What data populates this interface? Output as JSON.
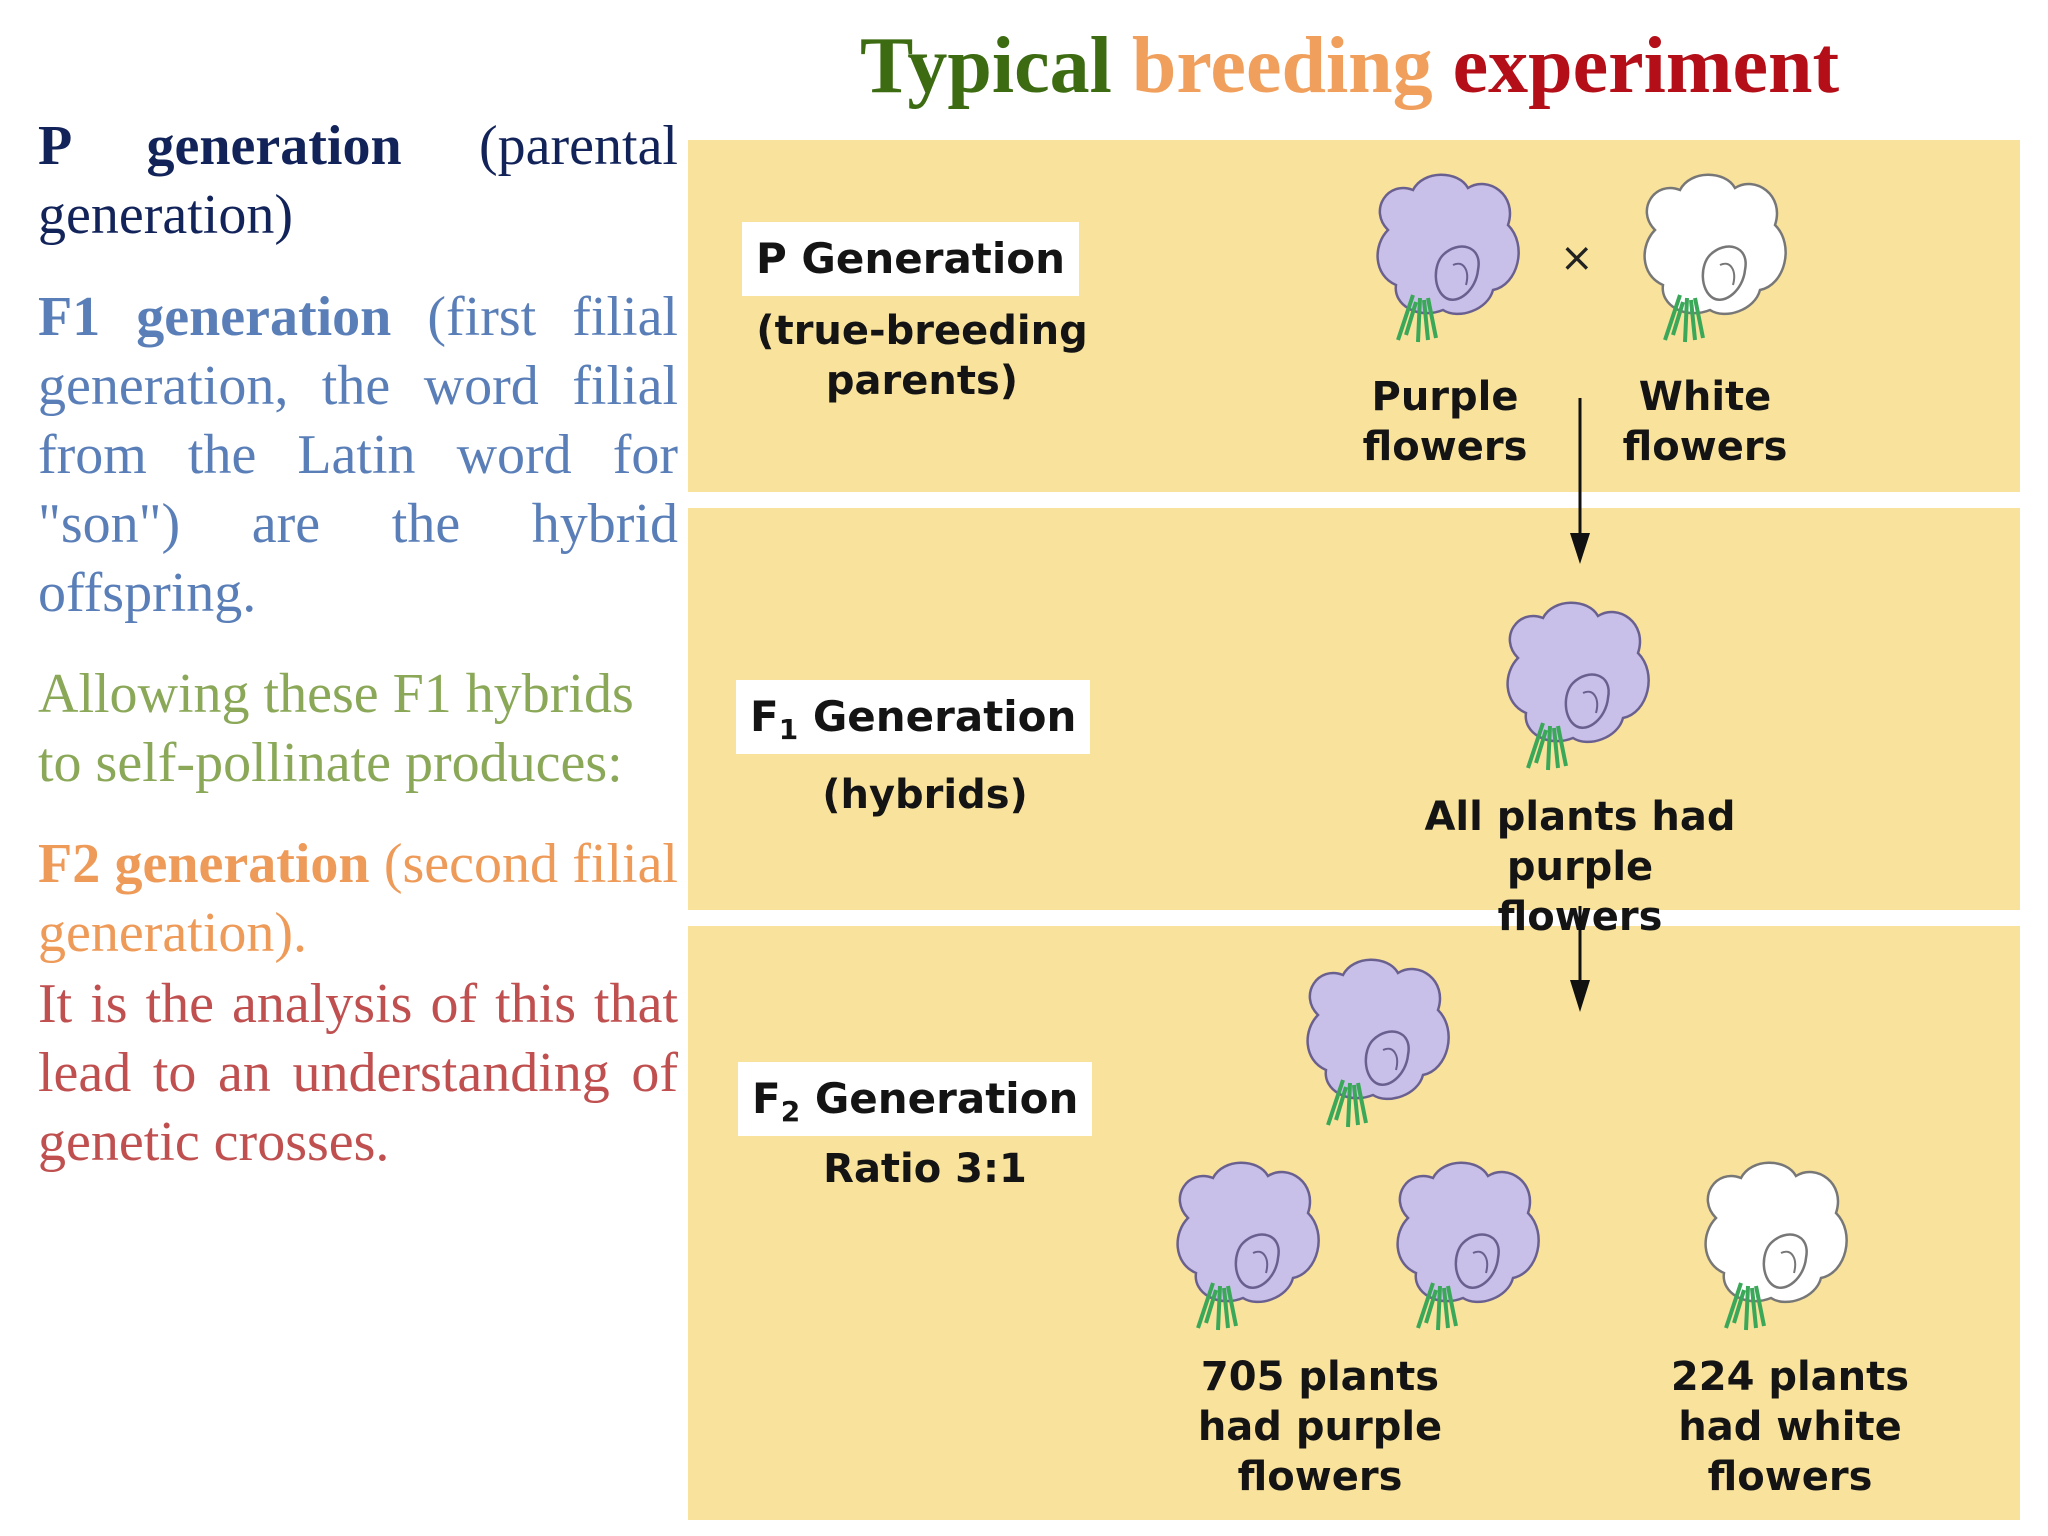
{
  "title": {
    "word1": "Typical",
    "word2": "breeding",
    "word3": "experiment",
    "colors": [
      "#3d6b12",
      "#f0a05c",
      "#b40f18"
    ]
  },
  "left": {
    "p_bold": "P generation",
    "p_rest": " (parental generation)",
    "f1_bold": "F1 generation",
    "f1_rest": " (first filial generation, the word filial from the Latin word for \"son\") are the hybrid offspring.",
    "allow": "Allowing these F1 hybrids to self-pollinate produces:",
    "f2_bold": "F2 generation",
    "f2_rest": " (second filial generation).",
    "analysis": "It is the analysis of this that lead to an understanding of genetic crosses."
  },
  "diagram": {
    "p_label": "P Generation",
    "p_sub": "(true-breeding parents)",
    "cross": "×",
    "purple_caption": "Purple flowers",
    "white_caption": "White flowers",
    "f1_label_letter": "F",
    "f1_label_sub": "1",
    "f1_label_word": "Generation",
    "f1_sub": "(hybrids)",
    "f1_caption": "All plants had purple flowers",
    "f2_label_letter": "F",
    "f2_label_sub": "2",
    "f2_label_word": "Generation",
    "f2_sub": "Ratio 3:1",
    "f2_purple_caption": "705 plants had purple flowers",
    "f2_white_caption": "224 plants had white flowers",
    "colors": {
      "band": "#f8e29c",
      "purple_petal": "#c8c0e8",
      "white_petal": "#ffffff",
      "stem": "#3aa858"
    }
  }
}
